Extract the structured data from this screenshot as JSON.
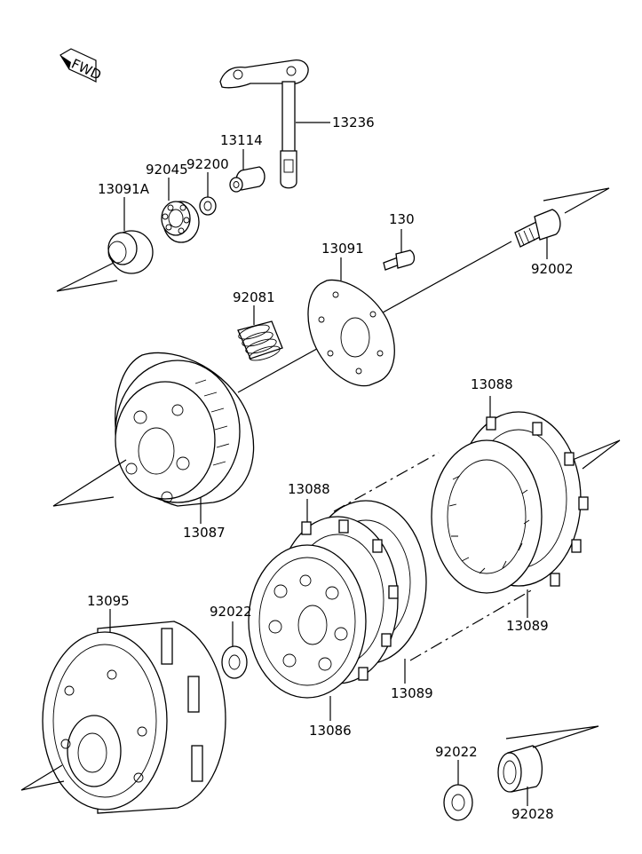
{
  "fwd_label": "FWD",
  "parts": {
    "p13236": "13236",
    "p13114": "13114",
    "p92200": "92200",
    "p92045": "92045",
    "p13091A": "13091A",
    "p130": "130",
    "p92002": "92002",
    "p13091": "13091",
    "p92081": "92081",
    "p13087": "13087",
    "p13088a": "13088",
    "p13088b": "13088",
    "p13089a": "13089",
    "p13089b": "13089",
    "p13086": "13086",
    "p92022a": "92022",
    "p92022b": "92022",
    "p13095": "13095",
    "p92028": "92028"
  }
}
